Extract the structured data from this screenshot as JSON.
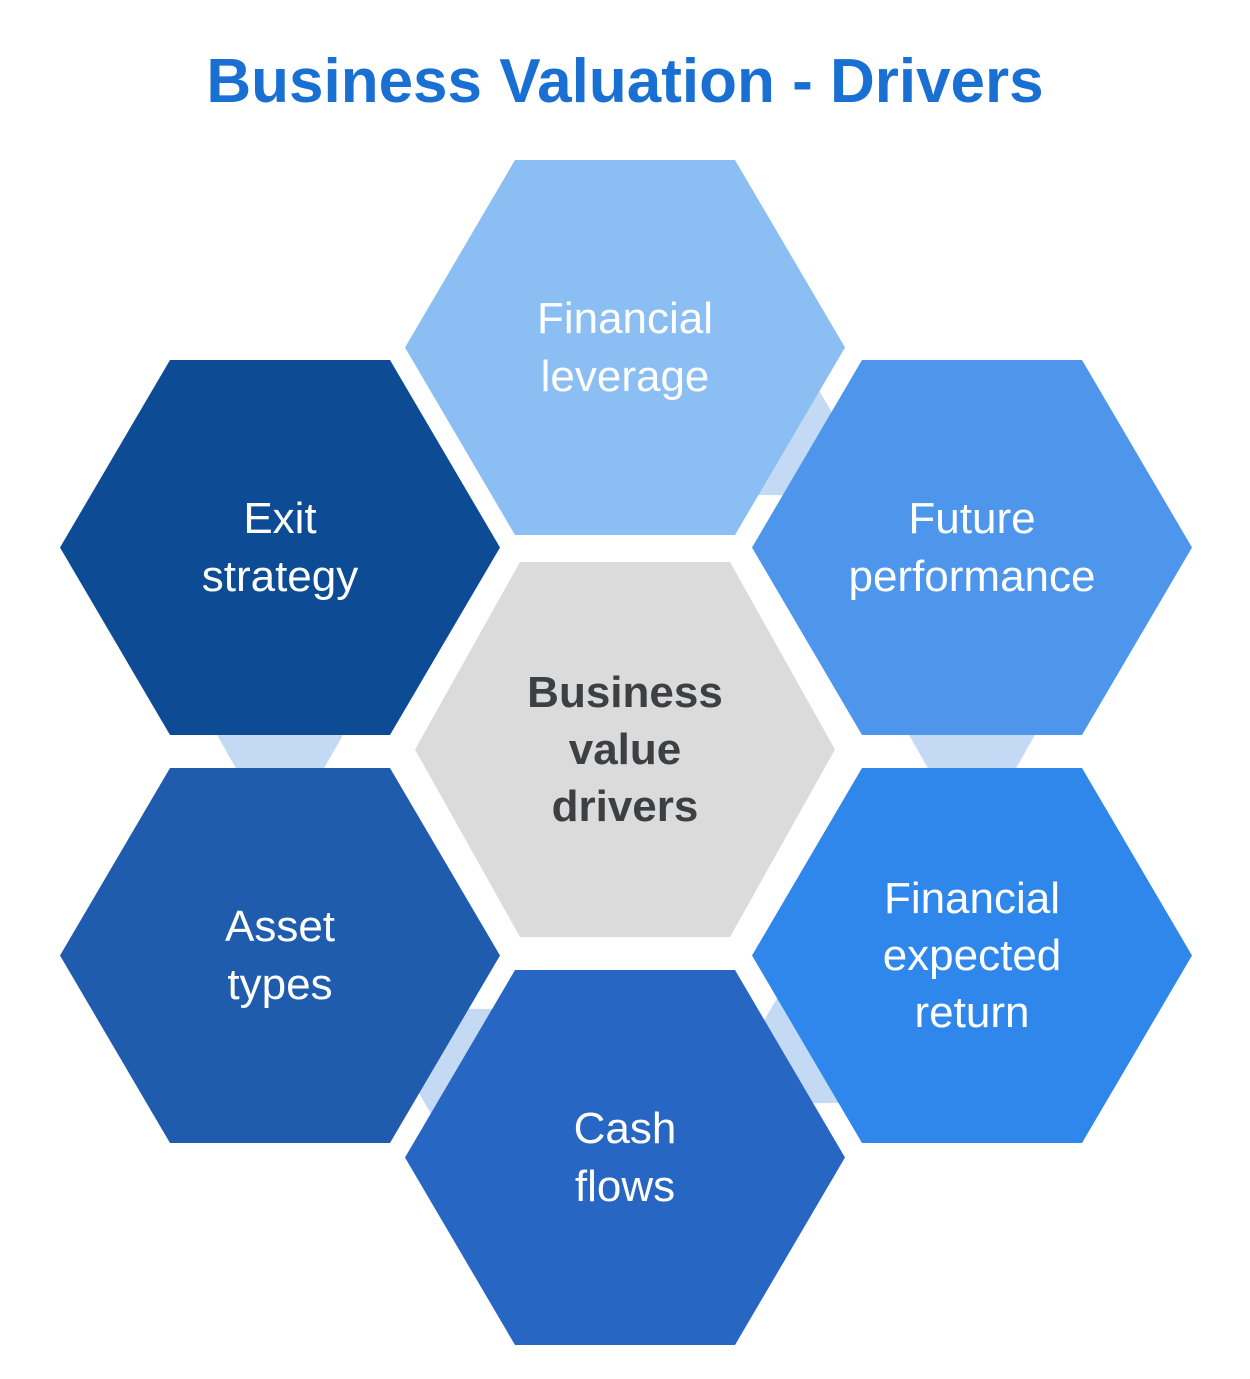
{
  "title": "Business Valuation - Drivers",
  "title_color": "#1a6fd2",
  "connector_color": "#c3d9f4",
  "center_hexagon": {
    "label": "Business\nvalue\ndrivers",
    "color": "#dbdbdb",
    "text_color": "#3d4043"
  },
  "hexagons": [
    {
      "id": "financial-leverage",
      "label": "Financial\nleverage",
      "color": "#8bbef2"
    },
    {
      "id": "future-performance",
      "label": "Future\nperformance",
      "color": "#4d96eb"
    },
    {
      "id": "financial-expected-return",
      "label": "Financial\nexpected\nreturn",
      "color": "#2f87ec"
    },
    {
      "id": "cash-flows",
      "label": "Cash\nflows",
      "color": "#2766c3"
    },
    {
      "id": "asset-types",
      "label": "Asset\ntypes",
      "color": "#1f5cae"
    },
    {
      "id": "exit-strategy",
      "label": "Exit\nstrategy",
      "color": "#0d4c95"
    }
  ]
}
